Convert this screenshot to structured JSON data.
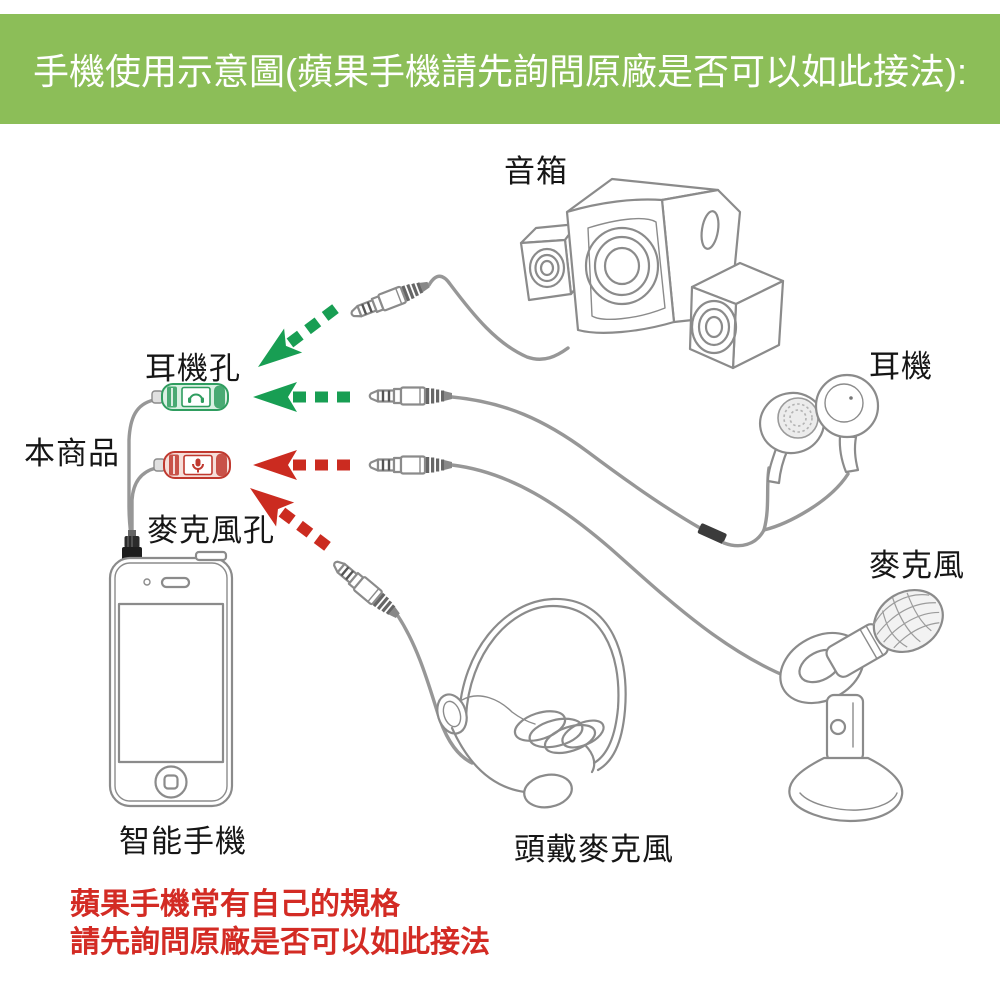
{
  "header": {
    "title": "手機使用示意圖(蘋果手機請先詢問原廠是否可以如此接法):"
  },
  "labels": {
    "speaker": "音箱",
    "headphone_jack": "耳機孔",
    "this_product": "本商品",
    "mic_jack": "麥克風孔",
    "earphones": "耳機",
    "microphone": "麥克風",
    "smartphone": "智能手機",
    "headset_mic": "頭戴麥克風"
  },
  "footer": {
    "line1": "蘋果手機常有自己的規格",
    "line2": "請先詢問原廠是否可以如此接法"
  },
  "icons": {
    "headphone_port_icon": "headphone-icon",
    "mic_port_icon": "microphone-icon"
  },
  "colors": {
    "banner_green": "#8cbe58",
    "arrow_green": "#189e53",
    "arrow_red": "#cb2b20",
    "footer_red": "#d32b24",
    "jack_green": "#2f9d5f",
    "jack_red": "#c0392f",
    "line_art": "#8b8b8b",
    "label_text": "#161616"
  }
}
